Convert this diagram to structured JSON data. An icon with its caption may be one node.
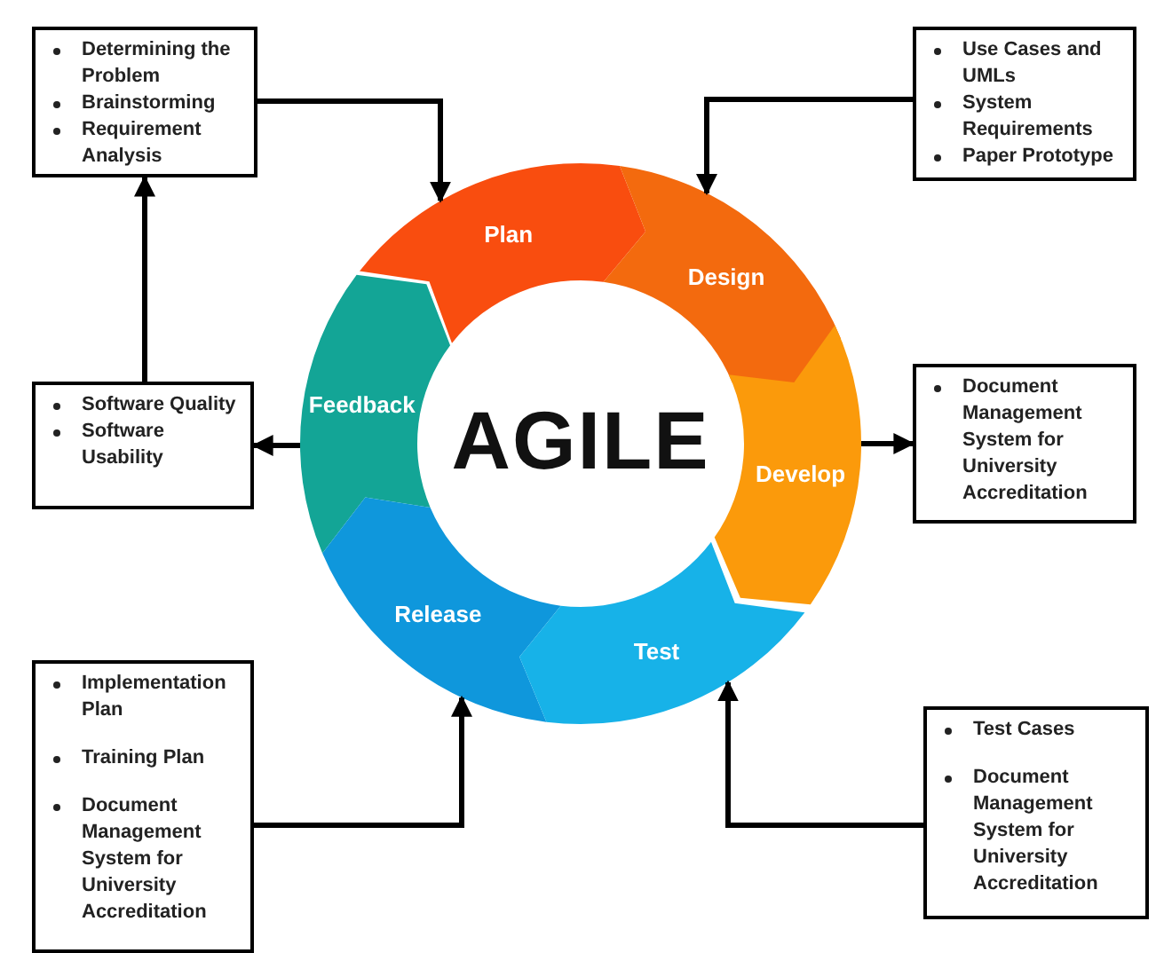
{
  "diagram": {
    "nodes": [
      {
        "text": [
          "Determining the Problem",
          "Brainstorming",
          "Requirement Analysis"
        ]
      },
      {
        "text": [
          "Use Cases and UMLs",
          "System Requirements",
          "Paper Prototype"
        ]
      },
      {
        "text": [
          "Plan"
        ]
      },
      {
        "text": [
          "Design"
        ]
      },
      {
        "text": [
          "Document Management System for University Accreditation"
        ]
      },
      {
        "text": [
          "Software Quality",
          "Software Usability"
        ]
      },
      {
        "text": [
          "Feedback"
        ]
      },
      {
        "text": [
          "Develop"
        ]
      },
      {
        "text": [
          "Release"
        ]
      },
      {
        "text": [
          "Test"
        ]
      },
      {
        "text": [
          "Implementation Plan",
          "Training Plan",
          "Document Management System for University Accreditation"
        ]
      },
      {
        "text": [
          "Test Cases",
          "Document Management System for University Accreditation"
        ]
      }
    ],
    "edges": [
      {
        "from": 0,
        "to": 2,
        "arrow": "to"
      },
      {
        "from": 1,
        "to": 3,
        "arrow": "to"
      },
      {
        "from": 7,
        "to": 4,
        "arrow": "to"
      },
      {
        "from": 6,
        "to": 5,
        "arrow": "to"
      },
      {
        "from": 5,
        "to": 0,
        "arrow": "to"
      },
      {
        "from": 10,
        "to": 8,
        "arrow": "to"
      },
      {
        "from": 11,
        "to": 9,
        "arrow": "to"
      }
    ],
    "labels": [
      "AGILE"
    ]
  }
}
